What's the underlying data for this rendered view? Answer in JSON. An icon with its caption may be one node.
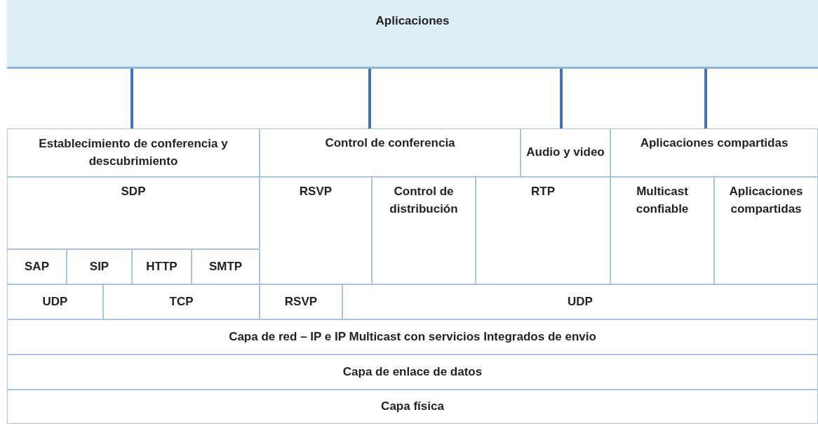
{
  "diagram": {
    "nodes": [
      {
        "text": [
          "Aplicaciones"
        ]
      },
      {
        "text": [
          "Establecimiento de conferencia y descubrimiento"
        ]
      },
      {
        "text": [
          "Control de conferencia"
        ]
      },
      {
        "text": [
          "Audio y video"
        ]
      },
      {
        "text": [
          "Aplicaciones compartidas"
        ]
      },
      {
        "text": [
          "SDP"
        ]
      },
      {
        "text": [
          "SAP"
        ]
      },
      {
        "text": [
          "SIP"
        ]
      },
      {
        "text": [
          "HTTP"
        ]
      },
      {
        "text": [
          "SMTP"
        ]
      },
      {
        "text": [
          "RSVP"
        ]
      },
      {
        "text": [
          "Control de distribución"
        ]
      },
      {
        "text": [
          "RTP"
        ]
      },
      {
        "text": [
          "Multicast confiable"
        ]
      },
      {
        "text": [
          "Aplicaciones compartidas"
        ]
      },
      {
        "text": [
          "UDP"
        ]
      },
      {
        "text": [
          "TCP"
        ]
      },
      {
        "text": [
          "RSVP"
        ]
      },
      {
        "text": [
          "UDP"
        ]
      },
      {
        "text": [
          "Capa de red – IP e IP Multicast con servicios Integrados de envio"
        ]
      },
      {
        "text": [
          "Capa de enlace de datos"
        ]
      },
      {
        "text": [
          "Capa física"
        ]
      }
    ],
    "edges": [
      {
        "from": 0,
        "to": 1,
        "arrow": "none"
      },
      {
        "from": 0,
        "to": 2,
        "arrow": "none"
      },
      {
        "from": 0,
        "to": 3,
        "arrow": "none"
      },
      {
        "from": 0,
        "to": 4,
        "arrow": "none"
      }
    ]
  }
}
